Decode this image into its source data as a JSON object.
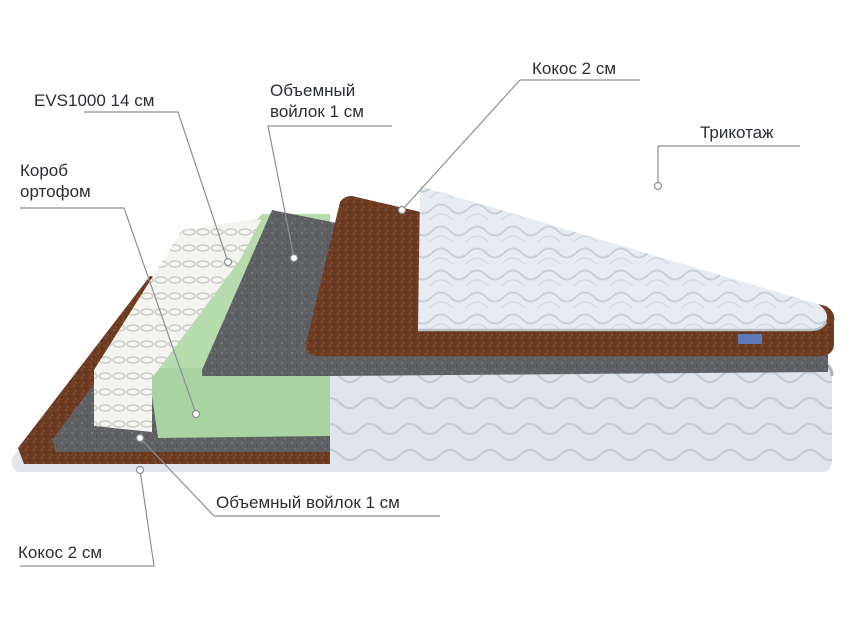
{
  "labels": {
    "evs": "EVS1000 14 см",
    "felt_top_line1": "Объемный",
    "felt_top_line2": "войлок 1 см",
    "coconut_top": "Кокос 2 см",
    "knit": "Трикотаж",
    "box_line1": "Короб",
    "box_line2": "ортофом",
    "felt_bottom": "Объемный войлок 1 см",
    "coconut_bottom": "Кокос 2 см"
  },
  "colors": {
    "coconut": "#6e3c22",
    "felt": "#5e6064",
    "foam": "#a9d3a2",
    "spring": "#f4f4f1",
    "cover": "#e3e9ef",
    "leader": "#8a9096",
    "text": "#2a2e33"
  }
}
